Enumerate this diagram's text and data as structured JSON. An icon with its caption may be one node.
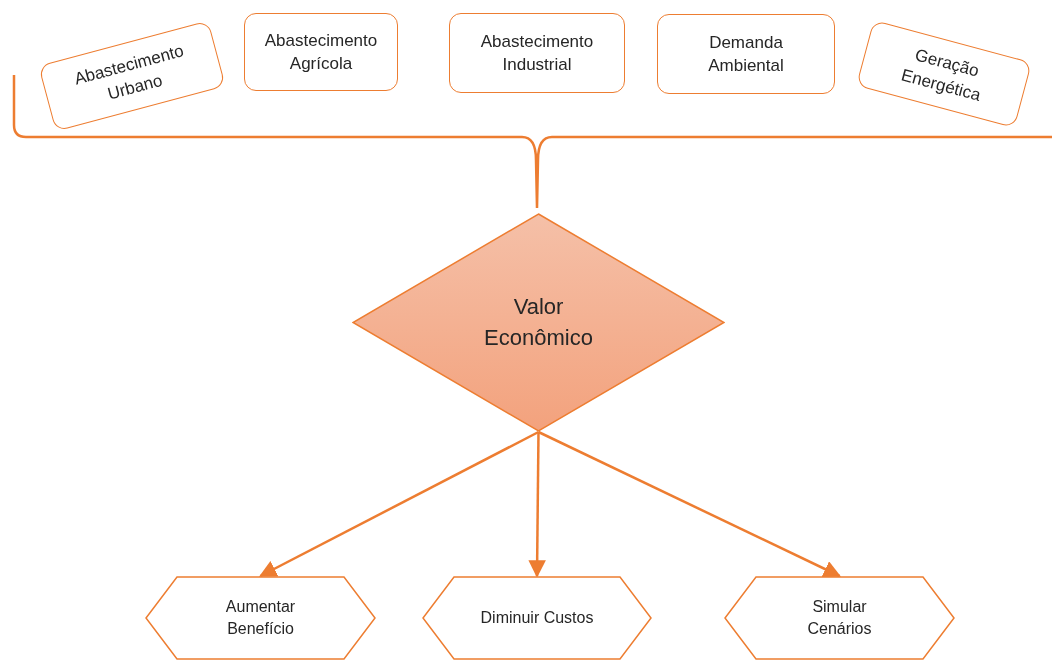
{
  "diagram": {
    "nodes": [
      {
        "text": [
          "Abastecimento Urbano"
        ]
      },
      {
        "text": [
          "Abastecimento Agrícola"
        ]
      },
      {
        "text": [
          "Abastecimento Industrial"
        ]
      },
      {
        "text": [
          "Demanda Ambiental"
        ]
      },
      {
        "text": [
          "Geração Energética"
        ]
      },
      {
        "text": [
          "Valor Econômico"
        ]
      },
      {
        "text": [
          "Aumentar Benefício"
        ]
      },
      {
        "text": [
          "Diminuir Custos"
        ]
      },
      {
        "text": [
          "Simular Cenários"
        ]
      }
    ],
    "edges": [
      {
        "from": 5,
        "to": 6,
        "arrow": "to"
      },
      {
        "from": 5,
        "to": 7,
        "arrow": "to"
      },
      {
        "from": 5,
        "to": 8,
        "arrow": "to"
      }
    ]
  }
}
